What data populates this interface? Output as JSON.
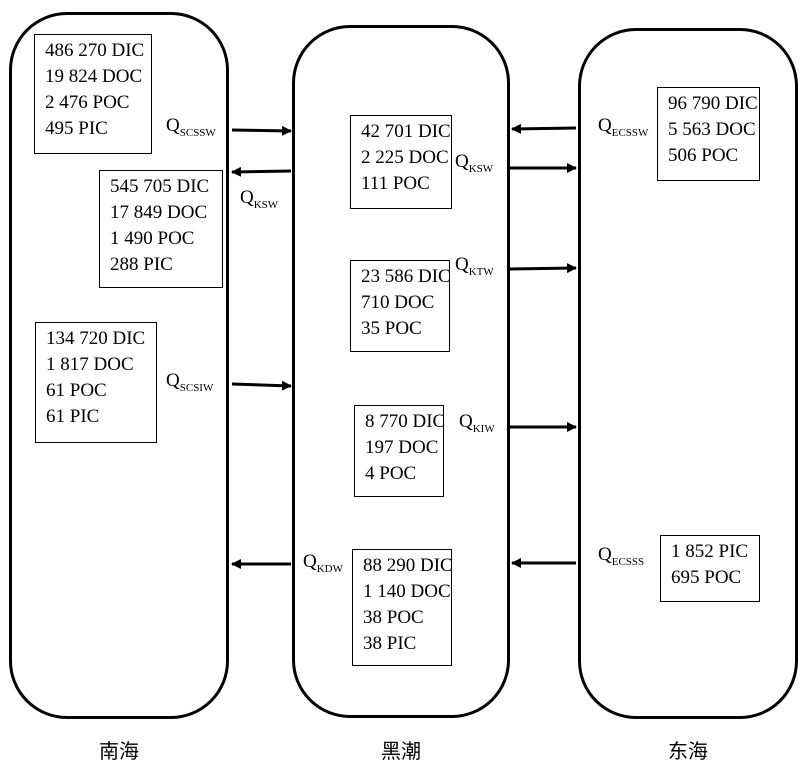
{
  "regions": {
    "south_sea": "南海",
    "kuroshio": "黑潮",
    "east_sea": "东海"
  },
  "boxes": {
    "scsw": [
      "486 270 DIC",
      "19 824 DOC",
      "2 476 POC",
      "495 PIC"
    ],
    "ksw_in_scs": [
      "545 705 DIC",
      "17 849 DOC",
      "1 490 POC",
      "288 PIC"
    ],
    "scsiw": [
      "134 720 DIC",
      "1 817 DOC",
      "61 POC",
      "61 PIC"
    ],
    "ksw": [
      "42 701 DIC",
      "2 225 DOC",
      "111 POC"
    ],
    "ktw": [
      "23 586 DIC",
      "710 DOC",
      "35 POC"
    ],
    "kiw": [
      "8 770 DIC",
      "197 DOC",
      "4 POC"
    ],
    "kdw": [
      "88 290 DIC",
      "1 140 DOC",
      "38 POC",
      "38 PIC"
    ],
    "ecssw": [
      "96 790 DIC",
      "5 563 DOC",
      "506 POC"
    ],
    "ecsss": [
      "1 852 PIC",
      "695 POC"
    ]
  },
  "flows": {
    "q_scssw": {
      "main": "Q",
      "sub": "SCSSW"
    },
    "q_ksw_left": {
      "main": "Q",
      "sub": "KSW"
    },
    "q_scsiw": {
      "main": "Q",
      "sub": "SCSIW"
    },
    "q_kdw": {
      "main": "Q",
      "sub": "KDW"
    },
    "q_ksw_right": {
      "main": "Q",
      "sub": "KSW"
    },
    "q_ktw": {
      "main": "Q",
      "sub": "KTW"
    },
    "q_kiw": {
      "main": "Q",
      "sub": "KIW"
    },
    "q_ecssw": {
      "main": "Q",
      "sub": "ECSSW"
    },
    "q_ecsss": {
      "main": "Q",
      "sub": "ECSSS"
    }
  }
}
